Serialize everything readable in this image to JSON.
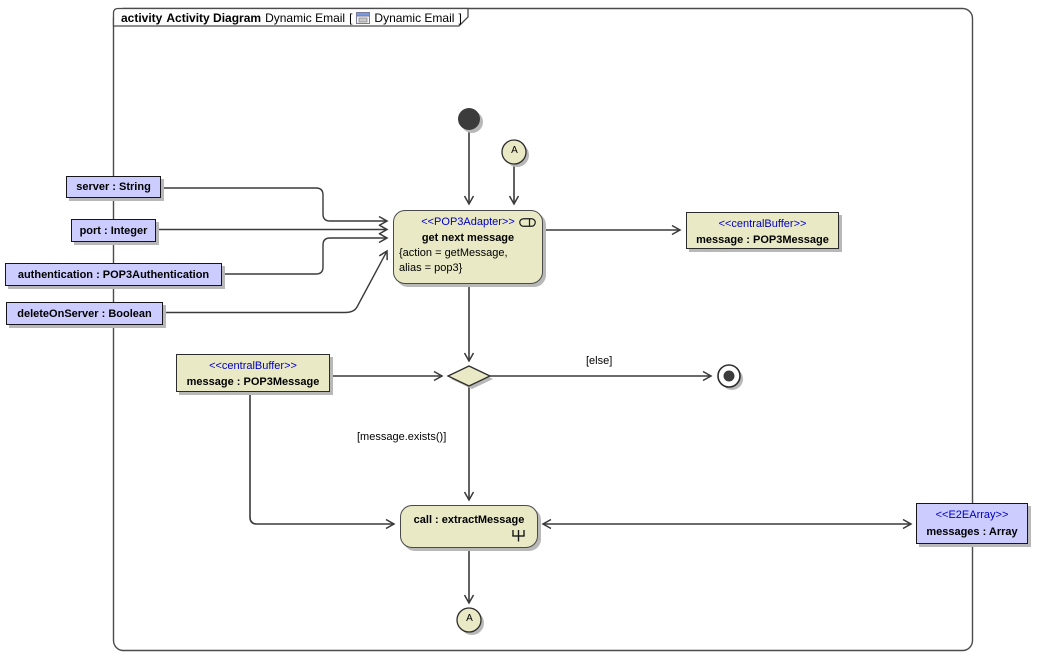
{
  "frame": {
    "keyword": "activity",
    "diagram_type": "Activity Diagram",
    "diagram_name": "Dynamic Email",
    "open_bracket": "[",
    "context_name": "Dynamic Email",
    "close_bracket": "]"
  },
  "nodes": {
    "get_next_message": {
      "stereotype": "<<POP3Adapter>>",
      "name": "get next message",
      "property_line1": "{action = getMessage,",
      "property_line2": "alias = pop3}"
    },
    "buffer_right": {
      "stereotype": "<<centralBuffer>>",
      "name": "message : POP3Message"
    },
    "buffer_left": {
      "stereotype": "<<centralBuffer>>",
      "name": "message : POP3Message"
    },
    "extract_message": {
      "name": "call : extractMessage"
    },
    "messages_array": {
      "stereotype": "<<E2EArray>>",
      "name": "messages : Array"
    }
  },
  "parameters": [
    {
      "label": "server : String"
    },
    {
      "label": "port : Integer"
    },
    {
      "label": "authentication : POP3Authentication"
    },
    {
      "label": "deleteOnServer : Boolean"
    }
  ],
  "guards": {
    "else_label": "[else]",
    "exists_label": "[message.exists()]"
  },
  "connectors": {
    "top_label": "A",
    "bottom_label": "A"
  },
  "colors": {
    "node_fill": "#e9e9c6",
    "object_fill": "#ccccff",
    "stereotype_text": "#0000c0",
    "edge": "#3a3a3a",
    "shadow": "#b8b8b8"
  }
}
